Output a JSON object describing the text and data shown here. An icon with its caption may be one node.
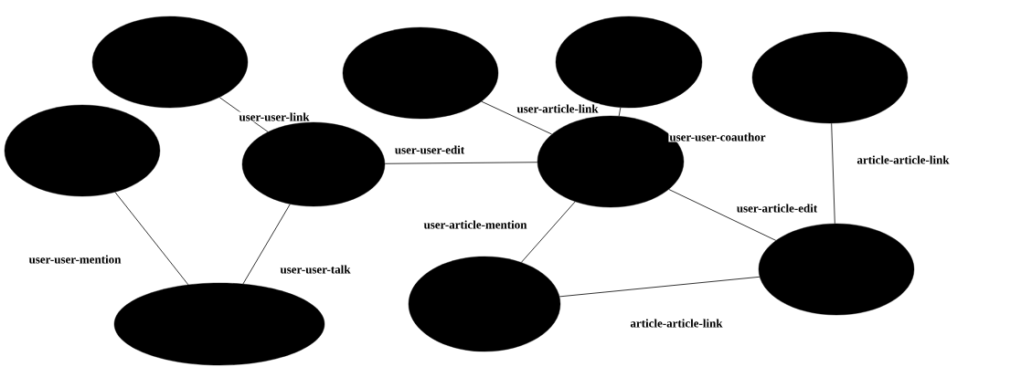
{
  "diagram": {
    "nodes": [
      {
        "text": [],
        "shape": "ellipse"
      },
      {
        "text": [],
        "shape": "ellipse"
      },
      {
        "text": [],
        "shape": "ellipse"
      },
      {
        "text": [],
        "shape": "ellipse"
      },
      {
        "text": [],
        "shape": "ellipse"
      },
      {
        "text": [],
        "shape": "ellipse"
      },
      {
        "text": [],
        "shape": "ellipse"
      },
      {
        "text": [],
        "shape": "ellipse"
      },
      {
        "text": [],
        "shape": "ellipse"
      },
      {
        "text": [],
        "shape": "ellipse"
      }
    ],
    "edges": [
      {
        "from": 0,
        "to": 5,
        "arrow": "none",
        "label": "user-user-link"
      },
      {
        "from": 1,
        "to": 6,
        "arrow": "none",
        "label": "user-article-link"
      },
      {
        "from": 2,
        "to": 6,
        "arrow": "none",
        "label": "user-user-coauthor"
      },
      {
        "from": 3,
        "to": 8,
        "arrow": "none",
        "label": "article-article-link"
      },
      {
        "from": 5,
        "to": 6,
        "arrow": "none",
        "label": "user-user-edit"
      },
      {
        "from": 6,
        "to": 8,
        "arrow": "none",
        "label": "user-article-edit"
      },
      {
        "from": 4,
        "to": 9,
        "arrow": "none",
        "label": "user-user-mention"
      },
      {
        "from": 5,
        "to": 9,
        "arrow": "none",
        "label": "user-user-talk"
      },
      {
        "from": 6,
        "to": 7,
        "arrow": "none",
        "label": "user-article-mention"
      },
      {
        "from": 7,
        "to": 8,
        "arrow": "none",
        "label": "article-article-link"
      }
    ]
  }
}
